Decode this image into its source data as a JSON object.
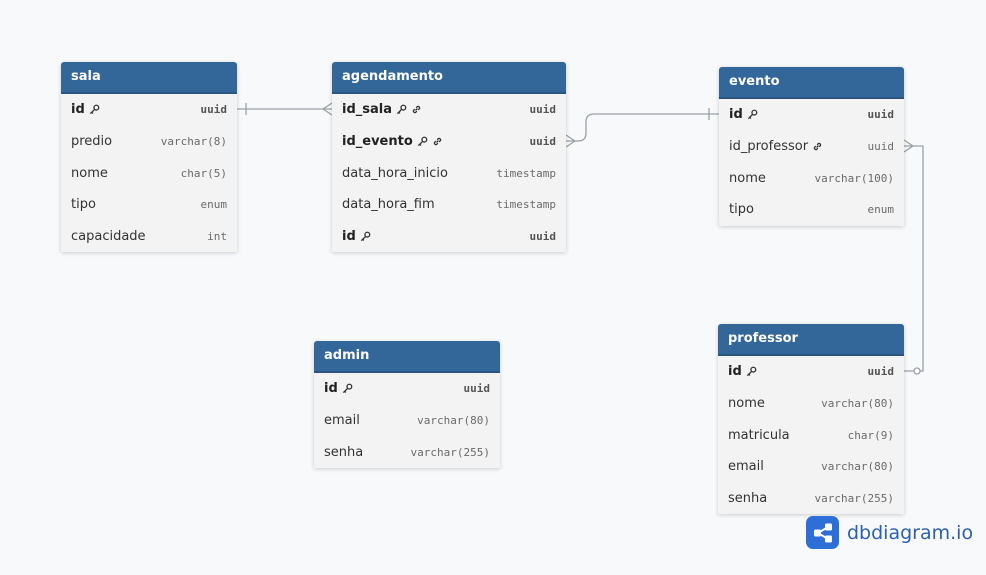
{
  "tables": {
    "sala": {
      "name": "sala",
      "fields": [
        {
          "name": "id",
          "type": "uuid"
        },
        {
          "name": "predio",
          "type": "varchar(8)"
        },
        {
          "name": "nome",
          "type": "char(5)"
        },
        {
          "name": "tipo",
          "type": "enum"
        },
        {
          "name": "capacidade",
          "type": "int"
        }
      ]
    },
    "agendamento": {
      "name": "agendamento",
      "fields": [
        {
          "name": "id_sala",
          "type": "uuid"
        },
        {
          "name": "id_evento",
          "type": "uuid"
        },
        {
          "name": "data_hora_inicio",
          "type": "timestamp"
        },
        {
          "name": "data_hora_fim",
          "type": "timestamp"
        },
        {
          "name": "id",
          "type": "uuid"
        }
      ]
    },
    "evento": {
      "name": "evento",
      "fields": [
        {
          "name": "id",
          "type": "uuid"
        },
        {
          "name": "id_professor",
          "type": "uuid"
        },
        {
          "name": "nome",
          "type": "varchar(100)"
        },
        {
          "name": "tipo",
          "type": "enum"
        }
      ]
    },
    "admin": {
      "name": "admin",
      "fields": [
        {
          "name": "id",
          "type": "uuid"
        },
        {
          "name": "email",
          "type": "varchar(80)"
        },
        {
          "name": "senha",
          "type": "varchar(255)"
        }
      ]
    },
    "professor": {
      "name": "professor",
      "fields": [
        {
          "name": "id",
          "type": "uuid"
        },
        {
          "name": "nome",
          "type": "varchar(80)"
        },
        {
          "name": "matricula",
          "type": "char(9)"
        },
        {
          "name": "email",
          "type": "varchar(80)"
        },
        {
          "name": "senha",
          "type": "varchar(255)"
        }
      ]
    }
  },
  "brand": {
    "name": "dbdiagram.io"
  },
  "icons": {
    "primary_key": "key-icon",
    "foreign_key": "link-icon",
    "logo": "share-nodes-icon"
  },
  "colors": {
    "header": "#336699",
    "connector": "#9aa0a6",
    "brand": "#2d6fd6"
  }
}
